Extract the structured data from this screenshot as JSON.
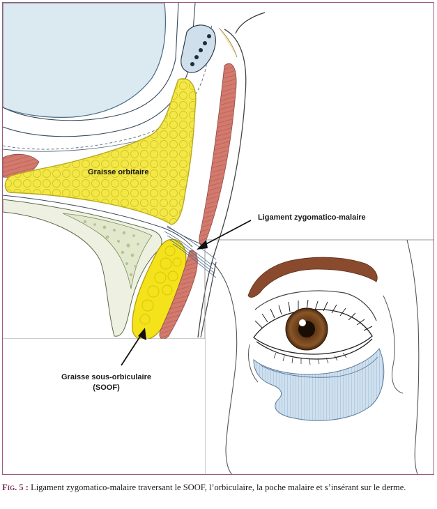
{
  "figure": {
    "labels": {
      "orbital_fat": "Graisse orbitaire",
      "ligament": "Ligament zygomatico-malaire",
      "soof_line1": "Graisse sous-orbiculaire",
      "soof_line2": "(SOOF)"
    },
    "colors": {
      "frame": "#9a5a7c",
      "fat": "#f2e63c",
      "fat_outline": "#b9a81e",
      "muscle": "#c9706a",
      "orbit_blue": "#dbe9f1",
      "iris": "#7a4a22",
      "brow": "#8a4a2e",
      "malar_bag": "#b9d2e6"
    }
  },
  "caption": {
    "fig_label": "Fig. 5 :",
    "text": " Ligament zygomatico-malaire traversant le SOOF, l’orbiculaire, la poche malaire et s’insérant sur le derme."
  }
}
